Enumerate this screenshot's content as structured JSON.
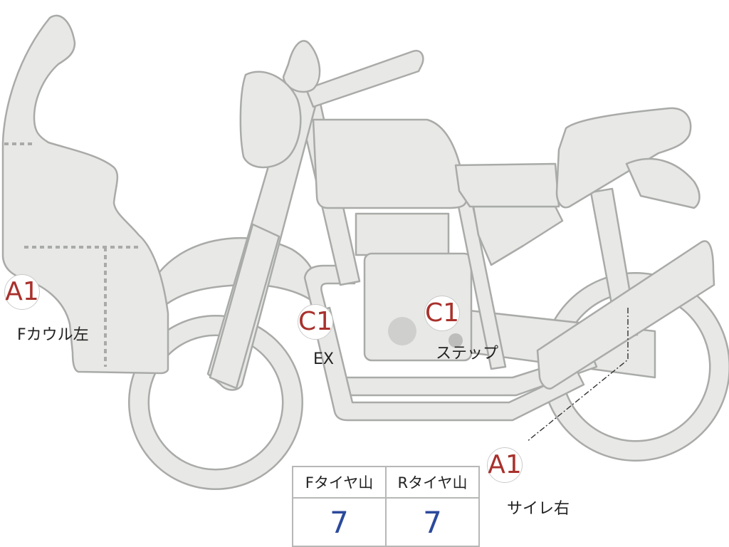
{
  "damage_marks": [
    {
      "code": "A1",
      "label": "Fカウル左"
    },
    {
      "code": "C1",
      "label": "EX"
    },
    {
      "code": "C1",
      "label": "ステップ"
    },
    {
      "code": "A1",
      "label": "サイレ右"
    }
  ],
  "tire_table": {
    "headers": [
      "Fタイヤ山",
      "Rタイヤ山"
    ],
    "values": [
      "7",
      "7"
    ]
  },
  "colors": {
    "part_fill": "#e8e8e6",
    "part_stroke": "#a9aba8",
    "mark_code": "#a8312c",
    "tire_value": "#2b4a9c"
  }
}
